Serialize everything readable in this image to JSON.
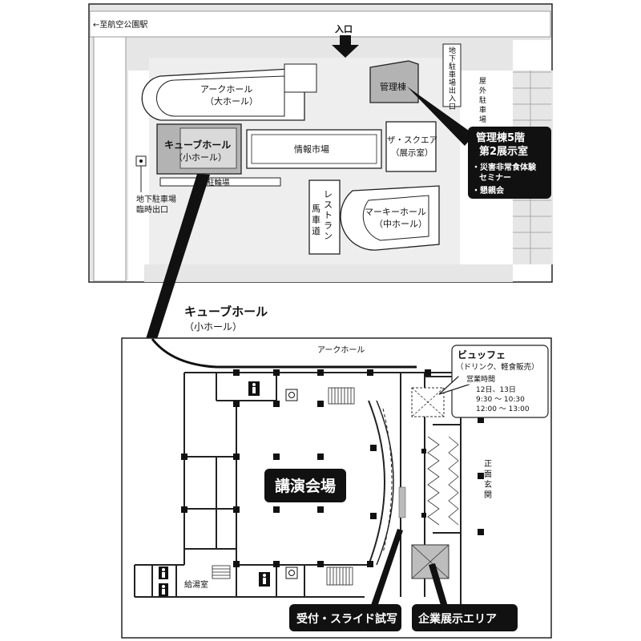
{
  "site_map": {
    "station_direction": "←至航空公園駅",
    "entrance": "入口",
    "arc_hall": "アークホール",
    "arc_hall_sub": "（大ホール）",
    "admin_building": "管理棟",
    "underground_parking_entrance": "地下駐車場出入口",
    "outdoor_parking": "屋外駐車場",
    "cube_hall": "キューブホール",
    "cube_hall_sub": "（小ホール）",
    "info_market": "情報市場",
    "the_square": "ザ・スクエア",
    "the_square_sub": "（展示室）",
    "bike_parking": "駐輪場",
    "underground_parking_temp_exit_1": "地下駐車場",
    "underground_parking_temp_exit_2": "臨時出口",
    "restaurant": "レストラン",
    "horse_path": "馬車道",
    "marquee_hall": "マーキーホール",
    "marquee_hall_sub": "（中ホール）"
  },
  "callout": {
    "title_1": "管理棟5階",
    "title_2": "第2展示室",
    "item_1a": "・災害非常食体験",
    "item_1b": "セミナー",
    "item_2": "・懇親会"
  },
  "floor_plan": {
    "heading": "キューブホール",
    "heading_sub": "（小ホール）",
    "arc_hall_label": "アークホール",
    "main_hall": "講演会場",
    "kitchenette": "給湯室",
    "front_entrance": "正面玄関",
    "buffet_title": "ビュッフェ",
    "buffet_sub": "（ドリンク、軽食販売）",
    "hours_title": "営業時間",
    "hours_days": "12日、13日",
    "hours_1": "9:30 ～ 10:30",
    "hours_2": "12:00 ～ 13:00",
    "reception_label": "受付・スライド試写",
    "exhibit_label": "企業展示エリア"
  }
}
